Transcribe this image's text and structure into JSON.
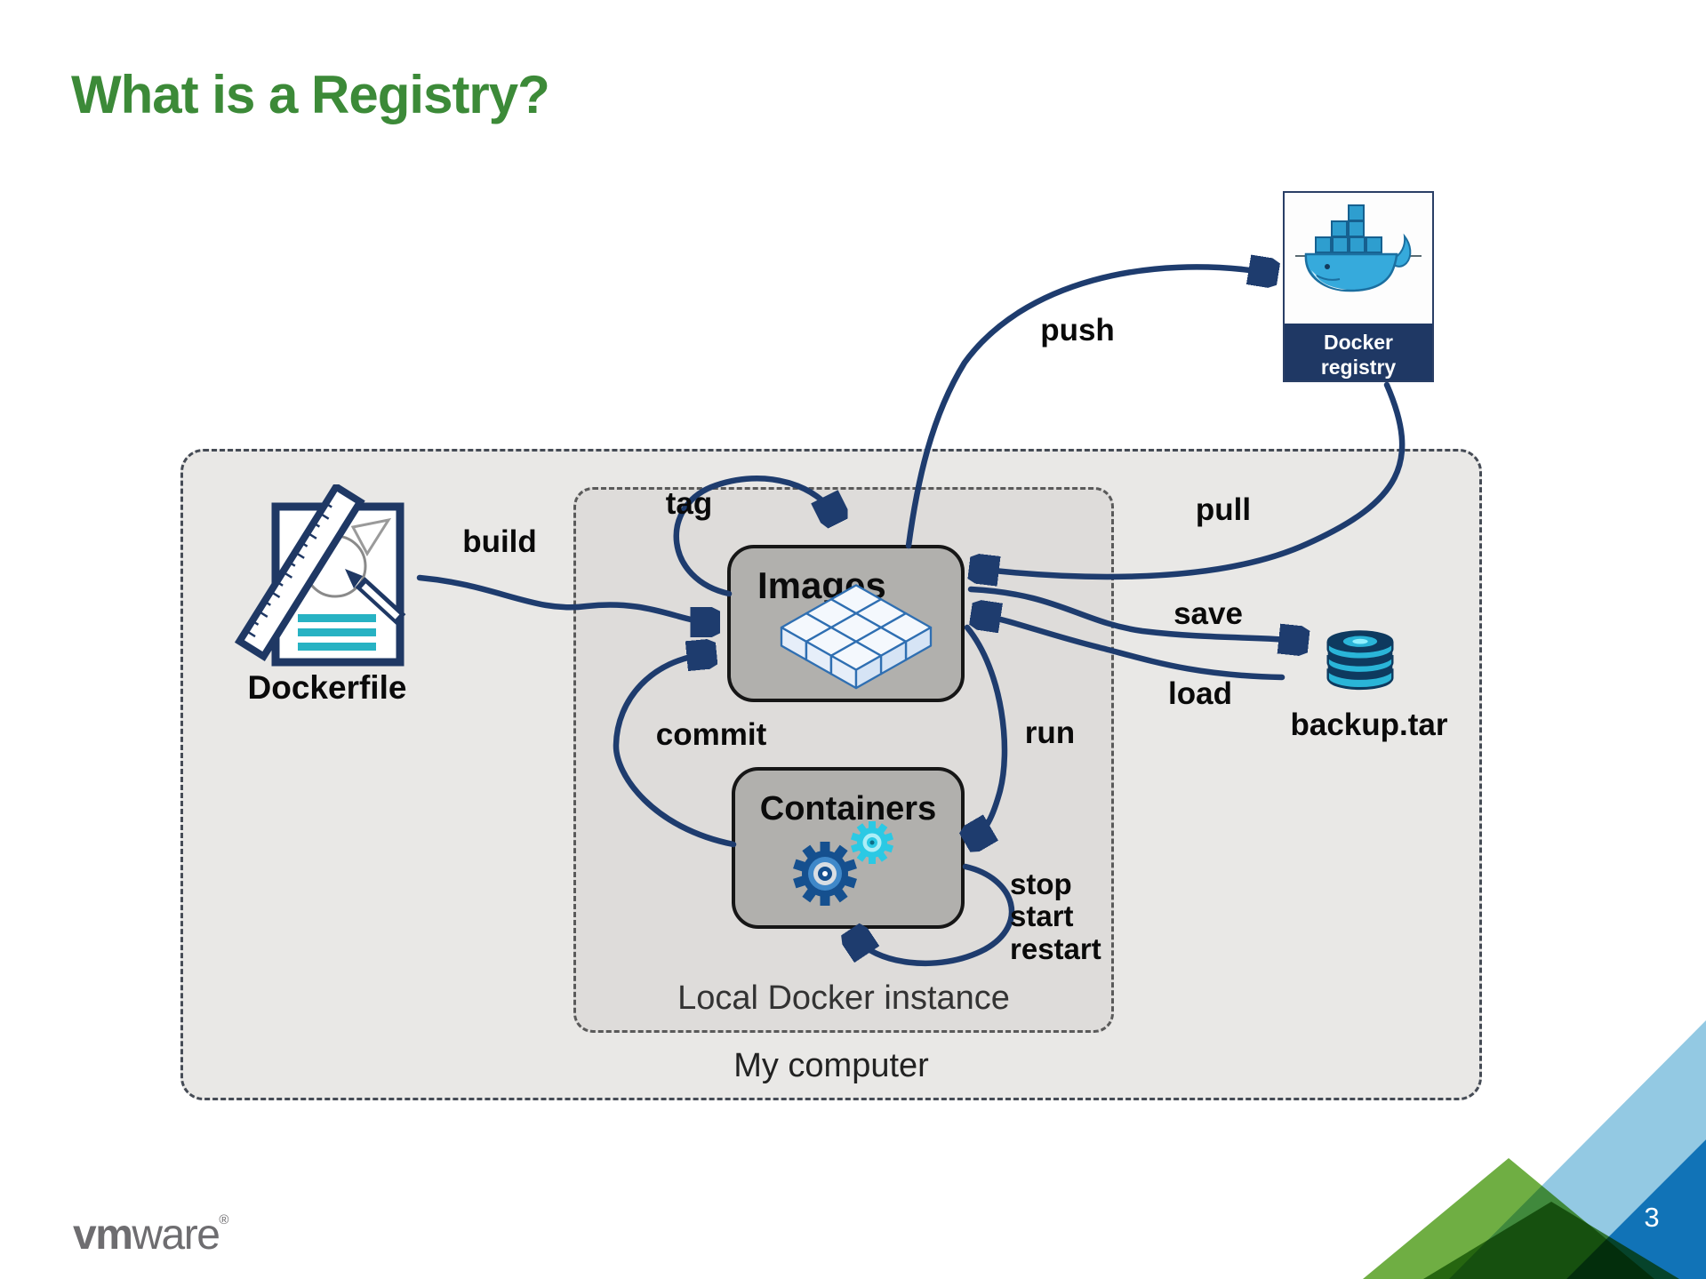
{
  "slide": {
    "title": "What is a Registry?",
    "page_number": "3",
    "logo": {
      "bold": "vm",
      "light": "ware",
      "mark": "®"
    }
  },
  "diagram": {
    "outer_box_label": "My computer",
    "inner_box_label": "Local Docker instance",
    "nodes": {
      "dockerfile": {
        "label": "Dockerfile"
      },
      "images": {
        "label": "Images"
      },
      "containers": {
        "label": "Containers"
      },
      "registry": {
        "label": "Docker registry"
      },
      "backup": {
        "label": "backup.tar"
      }
    },
    "edge_labels": {
      "build": "build",
      "tag": "tag",
      "push": "push",
      "pull": "pull",
      "save": "save",
      "load": "load",
      "run": "run",
      "commit": "commit",
      "stop": "stop",
      "start": "start",
      "restart": "restart"
    },
    "colors": {
      "arrow_navy": "#1e3c6e",
      "title_green": "#3c8a38",
      "node_gray": "#b1b0ad",
      "registry_navy": "#1f3864",
      "teal_accent": "#27b2c3",
      "whale_blue": "#36aadc",
      "corner_light_blue": "#93c9e3",
      "corner_dark_blue": "#1173b7",
      "corner_green": "#6fae43"
    }
  }
}
